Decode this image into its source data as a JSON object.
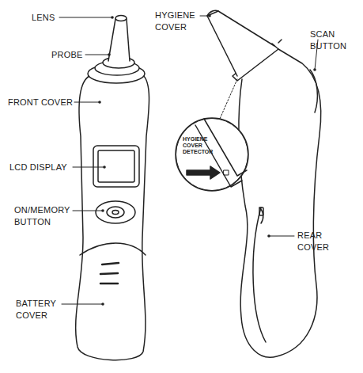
{
  "diagram": {
    "nodes": [
      {
        "text": [
          "HYGIENE COVER DETECTOR"
        ]
      }
    ],
    "labels": [
      "LENS",
      "PROBE",
      "FRONT COVER",
      "LCD DISPLAY",
      "ON/MEMORY BUTTON",
      "BATTERY COVER",
      "HYGIENE COVER",
      "SCAN BUTTON",
      "REAR COVER"
    ]
  }
}
